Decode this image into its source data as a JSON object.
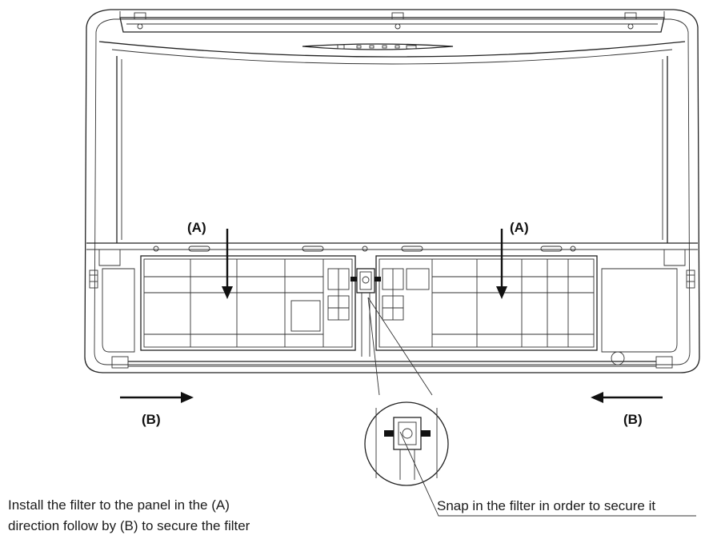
{
  "labels": {
    "a_left": "(A)",
    "a_right": "(A)",
    "b_left": "(B)",
    "b_right": "(B)"
  },
  "captions": {
    "install_line1": "Install the filter to the panel in the (A)",
    "install_line2": "direction follow by (B) to secure the filter",
    "snap": "Snap in the filter in order to secure it"
  },
  "colors": {
    "line": "#222222",
    "background": "#ffffff"
  }
}
